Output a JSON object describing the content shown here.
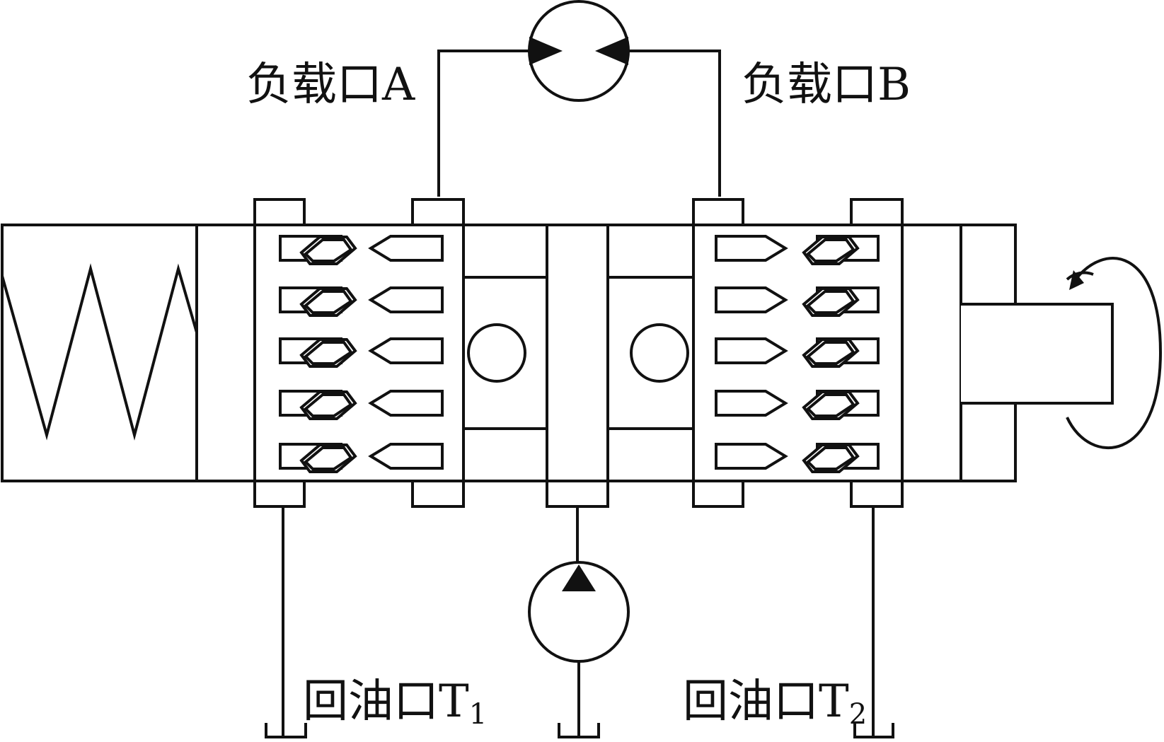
{
  "labels": {
    "port_a": "负载口A",
    "port_b": "负载口B",
    "return_t1_main": "回油口T",
    "return_t1_sub": "1",
    "return_t2_main": "回油口T",
    "return_t2_sub": "2"
  },
  "components": {
    "motor": "hydraulic-motor",
    "pump": "hydraulic-pump",
    "spring": "return-spring",
    "rotation": "rotation-arrow"
  }
}
